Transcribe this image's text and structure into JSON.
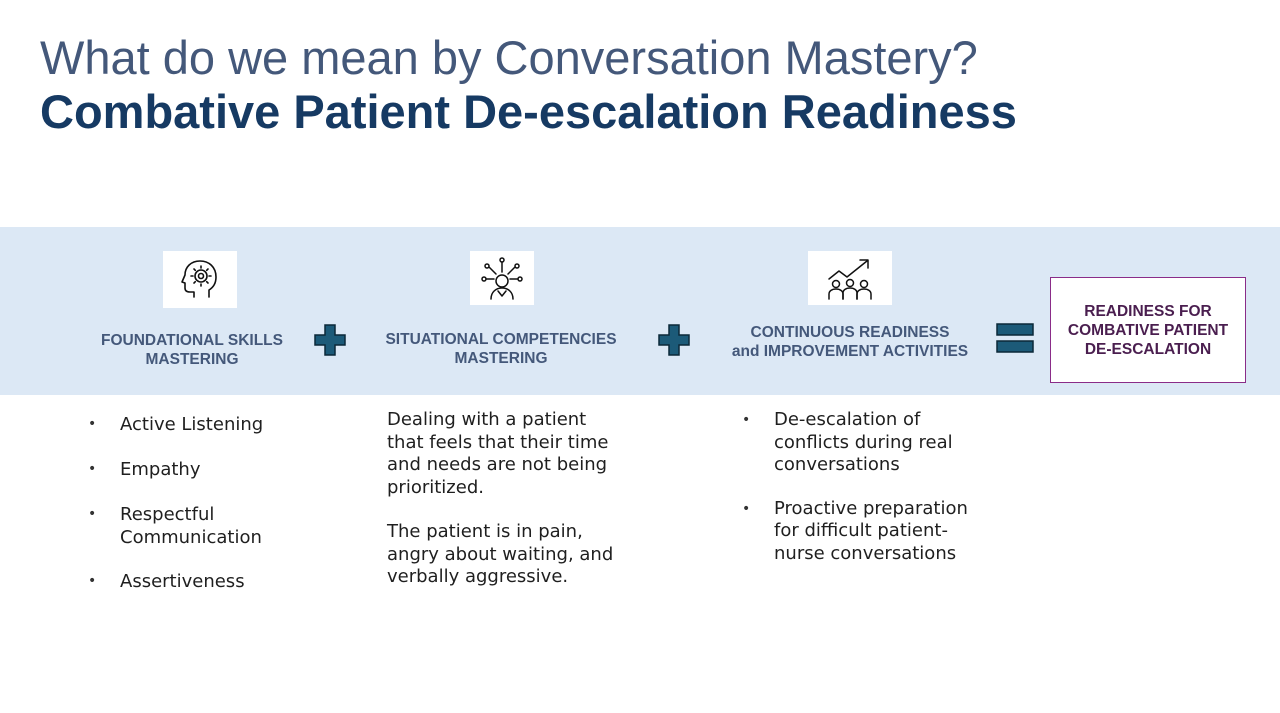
{
  "title": {
    "line1": "What do we mean by Conversation Mastery?",
    "line2": "Combative Patient De-escalation Readiness"
  },
  "columns": [
    {
      "icon": "head-gears-icon",
      "label_line1": "FOUNDATIONAL SKILLS",
      "label_line2": "MASTERING",
      "items": [
        "Active Listening",
        "Empathy",
        "Respectful\nCommunication",
        "Assertiveness"
      ]
    },
    {
      "icon": "person-network-icon",
      "label_line1": "SITUATIONAL COMPETENCIES",
      "label_line2": "MASTERING",
      "paragraph1": "Dealing with a patient\nthat feels that their time\nand needs are not being\nprioritized.",
      "paragraph2": "The patient is in pain,\nangry about waiting, and\nverbally aggressive."
    },
    {
      "icon": "team-growth-chart-icon",
      "label_line1": "CONTINUOUS READINESS",
      "label_line2": "and IMPROVEMENT ACTIVITIES",
      "items": [
        "De-escalation of\nconflicts during real\nconversations",
        "Proactive preparation\nfor difficult patient-\nnurse conversations"
      ]
    }
  ],
  "operators": [
    "plus-icon",
    "plus-icon",
    "equals-icon"
  ],
  "result": {
    "line1": "READINESS FOR",
    "line2": "COMBATIVE PATIENT",
    "line3": "DE-ESCALATION"
  },
  "colors": {
    "title_light": "#44587a",
    "title_dark": "#163a63",
    "band": "#dce8f5",
    "operator_fill": "#1c5a78",
    "result_border": "#8a2c88",
    "result_text": "#4a1e4f"
  }
}
